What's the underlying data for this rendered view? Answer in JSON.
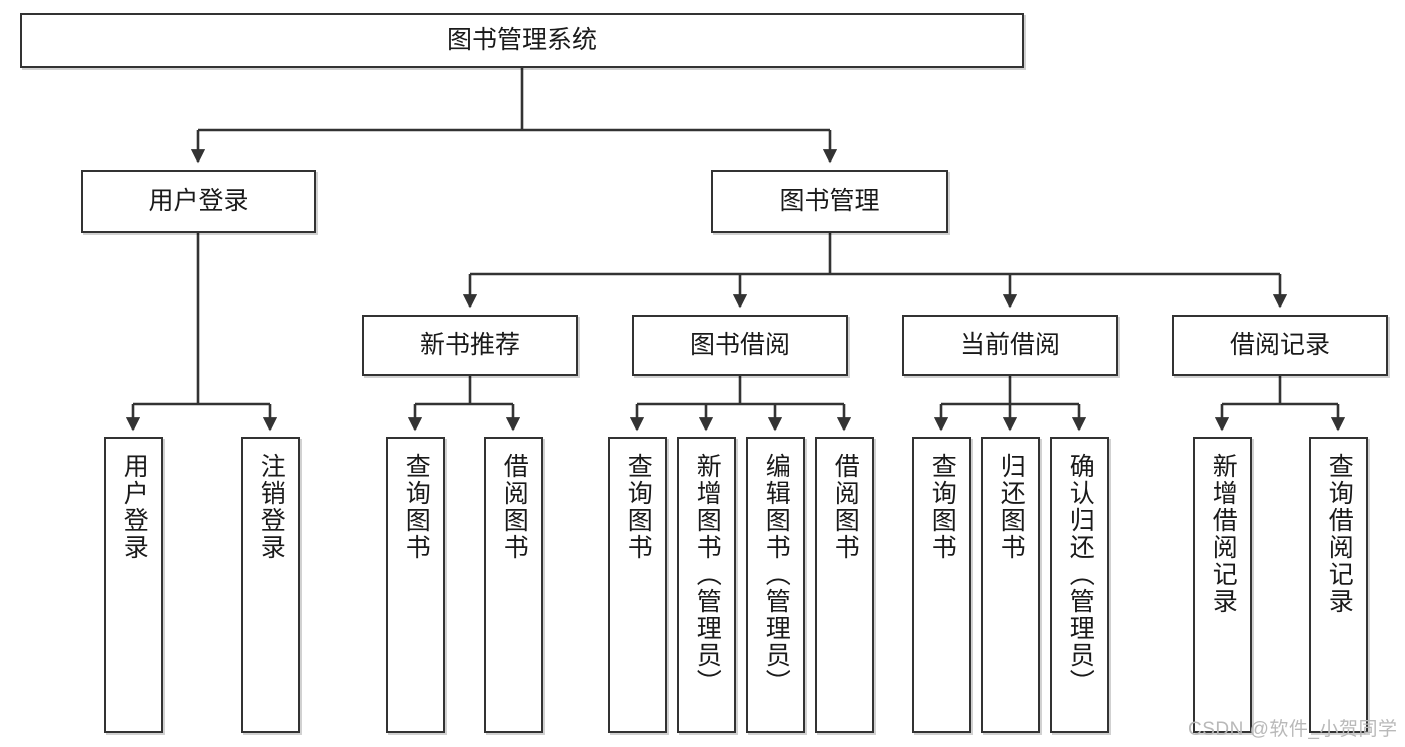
{
  "diagram": {
    "type": "tree-hierarchy-chart",
    "title": "图书管理系统",
    "line_color": "#333333",
    "box_fill": "#ffffff",
    "text_color": "#1a1a1a",
    "root": {
      "label": "图书管理系统"
    },
    "level2": [
      {
        "label": "用户登录"
      },
      {
        "label": "图书管理"
      }
    ],
    "level3": [
      {
        "label": "新书推荐"
      },
      {
        "label": "图书借阅"
      },
      {
        "label": "当前借阅"
      },
      {
        "label": "借阅记录"
      }
    ],
    "leaves": {
      "user_login": [
        {
          "label": "用户登录"
        },
        {
          "label": "注销登录"
        }
      ],
      "new_book_recommend": [
        {
          "label": "查询图书"
        },
        {
          "label": "借阅图书"
        }
      ],
      "book_borrow": [
        {
          "label": "查询图书"
        },
        {
          "label": "新增图书（管理员）"
        },
        {
          "label": "编辑图书（管理员）"
        },
        {
          "label": "借阅图书"
        }
      ],
      "current_borrow": [
        {
          "label": "查询图书"
        },
        {
          "label": "归还图书"
        },
        {
          "label": "确认归还（管理员）"
        }
      ],
      "borrow_record": [
        {
          "label": "新增借阅记录"
        },
        {
          "label": "查询借阅记录"
        }
      ]
    }
  },
  "watermark": {
    "text": "CSDN @软件_小贺同学"
  }
}
